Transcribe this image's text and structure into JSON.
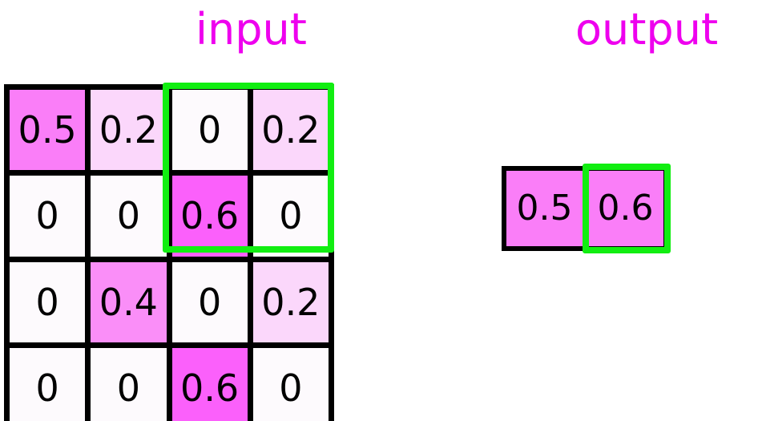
{
  "figure": {
    "kind": "max-pooling-illustration",
    "background": "#ffffff"
  },
  "panels": {
    "input": {
      "title": "input",
      "title_color": "#ee00ee"
    },
    "output": {
      "title": "output",
      "title_color": "#ee00ee"
    }
  },
  "palette": {
    "value_0": "#fdfafd",
    "value_0_2": "#fbd7fb",
    "value_0_4": "#fa8ef8",
    "value_0_5": "#fa7ef8",
    "value_0_6": "#fb60fb",
    "grid_line": "#000000",
    "highlight": "#11ee11",
    "text": "#000000"
  },
  "chart_data": {
    "type": "heatmap",
    "title": "input",
    "xlabel": "",
    "ylabel": "",
    "rows": 4,
    "cols": 4,
    "values": [
      [
        0.5,
        0.2,
        0,
        0.2
      ],
      [
        0,
        0,
        0.6,
        0
      ],
      [
        0,
        0.4,
        0,
        0.2
      ],
      [
        0,
        0,
        0.6,
        0
      ]
    ],
    "labels": [
      [
        "0.5",
        "0.2",
        "0",
        "0.2"
      ],
      [
        "0",
        "0",
        "0.6",
        "0"
      ],
      [
        "0",
        "0.4",
        "0",
        "0.2"
      ],
      [
        "0",
        "0",
        "0.6",
        "0"
      ]
    ],
    "colors": [
      [
        "#fa7ef8",
        "#fbd7fb",
        "#fdfafd",
        "#fbd7fb"
      ],
      [
        "#fdfafd",
        "#fdfafd",
        "#fb60fb",
        "#fdfafd"
      ],
      [
        "#fdfafd",
        "#fa8ef8",
        "#fdfafd",
        "#fbd7fb"
      ],
      [
        "#fdfafd",
        "#fdfafd",
        "#fb60fb",
        "#fdfafd"
      ]
    ],
    "highlight_region": {
      "row_start": 1,
      "row_end": 2,
      "col_start": 3,
      "col_end": 4,
      "color": "#11ee11"
    },
    "grid": true,
    "legend": "none"
  },
  "output_chart": {
    "type": "heatmap",
    "title": "output",
    "rows": 1,
    "cols": 2,
    "values": [
      [
        0.5,
        0.6
      ]
    ],
    "labels": [
      [
        "0.5",
        "0.6"
      ]
    ],
    "colors": [
      [
        "#fa7ef8",
        "#fa7ef8"
      ]
    ],
    "highlight_cell": {
      "row": 1,
      "col": 2,
      "color": "#11ee11"
    },
    "grid": true
  },
  "input_cells": [
    {
      "label": "0.5",
      "color": "#fa7ef8"
    },
    {
      "label": "0.2",
      "color": "#fbd7fb"
    },
    {
      "label": "0",
      "color": "#fdfafd"
    },
    {
      "label": "0.2",
      "color": "#fbd7fb"
    },
    {
      "label": "0",
      "color": "#fdfafd"
    },
    {
      "label": "0",
      "color": "#fdfafd"
    },
    {
      "label": "0.6",
      "color": "#fb60fb"
    },
    {
      "label": "0",
      "color": "#fdfafd"
    },
    {
      "label": "0",
      "color": "#fdfafd"
    },
    {
      "label": "0.4",
      "color": "#fa8ef8"
    },
    {
      "label": "0",
      "color": "#fdfafd"
    },
    {
      "label": "0.2",
      "color": "#fbd7fb"
    },
    {
      "label": "0",
      "color": "#fdfafd"
    },
    {
      "label": "0",
      "color": "#fdfafd"
    },
    {
      "label": "0.6",
      "color": "#fb60fb"
    },
    {
      "label": "0",
      "color": "#fdfafd"
    }
  ],
  "output_cells": [
    {
      "label": "0.5",
      "color": "#fa7ef8"
    },
    {
      "label": "0.6",
      "color": "#fa7ef8"
    }
  ]
}
